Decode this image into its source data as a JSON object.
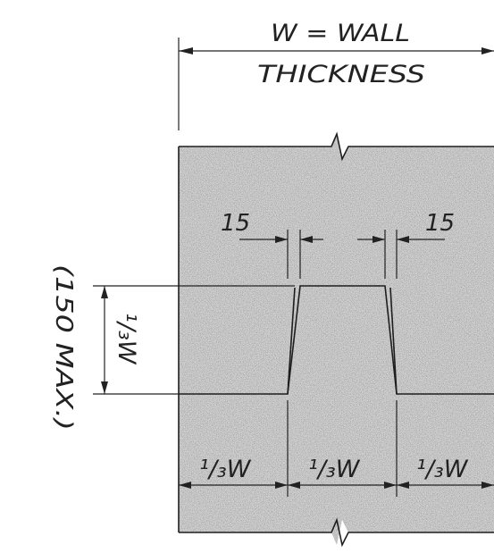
{
  "drawing": {
    "width_label_line1": "W  = WALL",
    "width_label_line2": "THICKNESS",
    "groove_width_left": "15",
    "groove_width_right": "15",
    "depth_label": "¹/₃W",
    "depth_max_note": "(150 MAX.)",
    "third_left": "¹/₃W",
    "third_middle": "¹/₃W",
    "third_right": "¹/₃W"
  },
  "colors": {
    "concrete_fill": "#d4d4d4",
    "line": "#222222"
  }
}
